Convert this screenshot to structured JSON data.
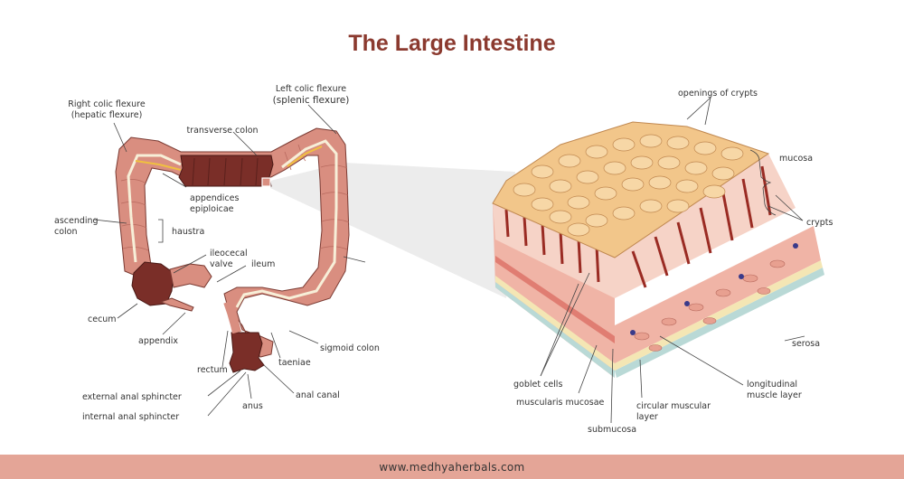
{
  "title": "The Large Intestine",
  "footer": "www.medhyaherbals.com",
  "colors": {
    "title": "#8b3a2f",
    "footer_bar": "#e4a597",
    "colon_wall": "#d98e80",
    "colon_dark": "#7a2e28",
    "mucosa_top": "#f2c68a",
    "muscle": "#f0b4a6",
    "serosa": "#b9d9d6"
  },
  "labels": {
    "right_flexure_1": "Right colic flexure",
    "right_flexure_2": "(hepatic flexure)",
    "left_flexure_1": "Left colic flexure",
    "left_flexure_2": "(splenic flexure)",
    "transverse": "transverse colon",
    "appendices_1": "appendices",
    "appendices_2": "epiploicae",
    "ascending_1": "ascending",
    "ascending_2": "colon",
    "haustra": "haustra",
    "ileocecal_1": "ileocecal",
    "ileocecal_2": "valve",
    "ileum": "ileum",
    "cecum": "cecum",
    "appendix": "appendix",
    "rectum": "rectum",
    "taeniae": "taeniae",
    "sigmoid": "sigmoid colon",
    "external": "external anal sphincter",
    "internal": "internal anal sphincter",
    "anus": "anus",
    "anal_canal": "anal canal",
    "openings": "openings of crypts",
    "mucosa": "mucosa",
    "crypts": "crypts",
    "serosa": "serosa",
    "goblet": "goblet cells",
    "musc_mucosae": "muscularis mucosae",
    "submucosa": "submucosa",
    "circular_1": "circular muscular",
    "circular_2": "layer",
    "longitudinal_1": "longitudinal",
    "longitudinal_2": "muscle layer"
  }
}
